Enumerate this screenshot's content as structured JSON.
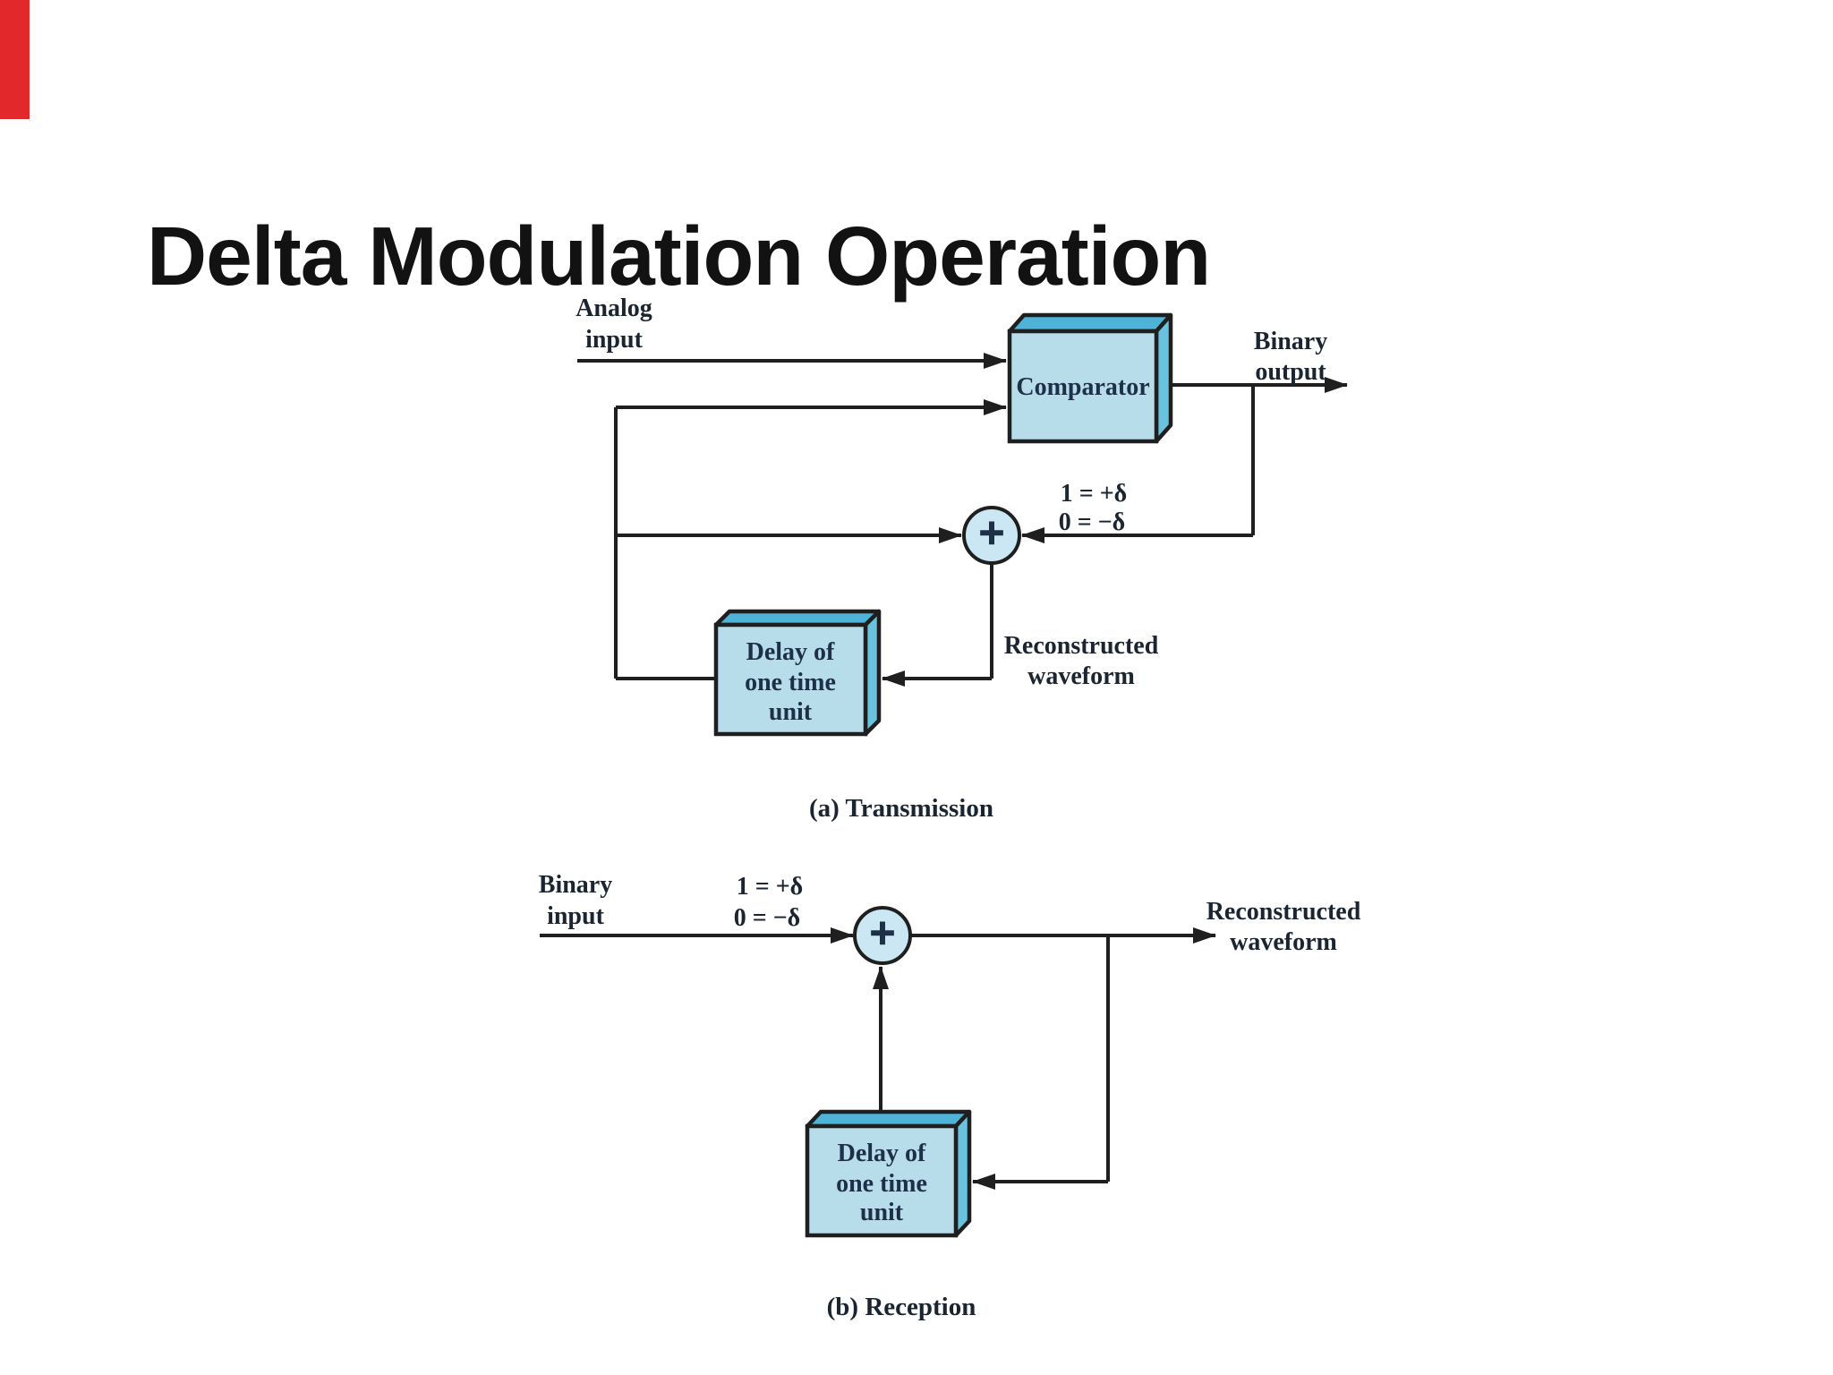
{
  "title": "Delta Modulation Operation",
  "decor": {
    "accent_bar_color": "#e3282b"
  },
  "colors": {
    "background": "#ffffff",
    "line": "#1f1f1f",
    "box_face": "#b7dcea",
    "box_top": "#4eb3d6",
    "box_side": "#69c2de",
    "junction_fill": "#cbe7f3",
    "box_text": "#1d3048",
    "label_text": "#1b2531",
    "title_text": "#121212"
  },
  "transmission": {
    "caption": "(a) Transmission",
    "labels": {
      "analog_input_1": "Analog",
      "analog_input_2": "input",
      "binary_output_1": "Binary",
      "binary_output_2": "output",
      "rule_one": "1 = +δ",
      "rule_zero": "0 = −δ",
      "reconstructed_1": "Reconstructed",
      "reconstructed_2": "waveform"
    },
    "blocks": {
      "comparator": "Comparator",
      "delay_1": "Delay of",
      "delay_2": "one time",
      "delay_3": "unit"
    },
    "junction": {
      "symbol": "+"
    }
  },
  "reception": {
    "caption": "(b) Reception",
    "labels": {
      "binary_input_1": "Binary",
      "binary_input_2": "input",
      "rule_one": "1 = +δ",
      "rule_zero": "0 = −δ",
      "reconstructed_1": "Reconstructed",
      "reconstructed_2": "waveform"
    },
    "blocks": {
      "delay_1": "Delay of",
      "delay_2": "one time",
      "delay_3": "unit"
    },
    "junction": {
      "symbol": "+"
    }
  }
}
